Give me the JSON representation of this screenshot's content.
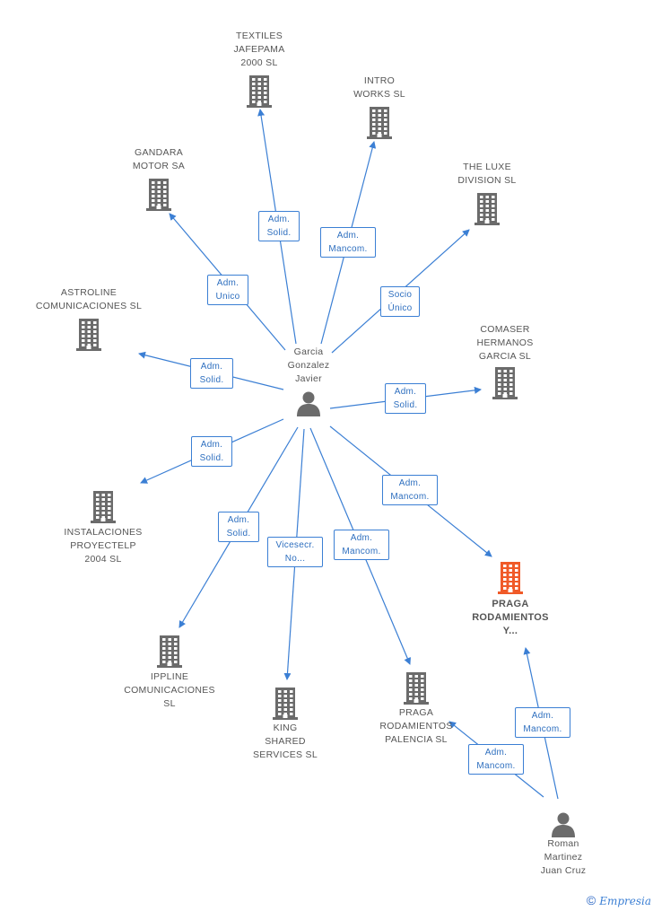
{
  "colors": {
    "edge": "#3b7fd4",
    "icon": "#6b6b6b",
    "focus_icon": "#f05a28",
    "label_text": "#555555"
  },
  "people": [
    {
      "id": "garcia",
      "name": "Garcia\nGonzalez\nJavier",
      "icon": "person-icon"
    },
    {
      "id": "roman",
      "name": "Roman\nMartinez\nJuan Cruz",
      "icon": "person-icon"
    }
  ],
  "companies": [
    {
      "id": "textiles",
      "name": "TEXTILES\nJAFEPAMA\n2000 SL",
      "icon": "building-icon"
    },
    {
      "id": "intro",
      "name": "INTRO\nWORKS SL",
      "icon": "building-icon"
    },
    {
      "id": "gandara",
      "name": "GANDARA\nMOTOR SA",
      "icon": "building-icon"
    },
    {
      "id": "theluxe",
      "name": "THE LUXE\nDIVISION SL",
      "icon": "building-icon"
    },
    {
      "id": "astroline",
      "name": "ASTROLINE\nCOMUNICACIONES SL",
      "icon": "building-icon"
    },
    {
      "id": "comaser",
      "name": "COMASER\nHERMANOS\nGARCIA SL",
      "icon": "building-icon"
    },
    {
      "id": "instalaciones",
      "name": "INSTALACIONES\nPROYECTELP\n2004 SL",
      "icon": "building-icon"
    },
    {
      "id": "praga1",
      "name": "PRAGA\nRODAMIENTOS\nY...",
      "icon": "building-icon",
      "focus": true
    },
    {
      "id": "ippline",
      "name": "IPPLINE\nCOMUNICACIONES\nSL",
      "icon": "building-icon"
    },
    {
      "id": "king",
      "name": "KING\nSHARED\nSERVICES SL",
      "icon": "building-icon"
    },
    {
      "id": "praga2",
      "name": "PRAGA\nRODAMIENTOS\nPALENCIA  SL",
      "icon": "building-icon"
    }
  ],
  "relations": [
    {
      "from": "garcia",
      "to": "textiles",
      "label": "Adm.\nSolid."
    },
    {
      "from": "garcia",
      "to": "intro",
      "label": "Adm.\nMancom."
    },
    {
      "from": "garcia",
      "to": "gandara",
      "label": "Adm.\nUnico"
    },
    {
      "from": "garcia",
      "to": "theluxe",
      "label": "Socio\nÚnico"
    },
    {
      "from": "garcia",
      "to": "astroline",
      "label": "Adm.\nSolid."
    },
    {
      "from": "garcia",
      "to": "comaser",
      "label": "Adm.\nSolid."
    },
    {
      "from": "garcia",
      "to": "instalaciones",
      "label": "Adm.\nSolid."
    },
    {
      "from": "garcia",
      "to": "praga1",
      "label": "Adm.\nMancom."
    },
    {
      "from": "garcia",
      "to": "ippline",
      "label": "Adm.\nSolid."
    },
    {
      "from": "garcia",
      "to": "king",
      "label": "Vicesecr.\nNo..."
    },
    {
      "from": "garcia",
      "to": "praga2",
      "label": "Adm.\nMancom."
    },
    {
      "from": "roman",
      "to": "praga1",
      "label": "Adm.\nMancom."
    },
    {
      "from": "roman",
      "to": "praga2",
      "label": "Adm.\nMancom."
    }
  ],
  "footer": {
    "copyright": "©",
    "brand": "Empresia"
  }
}
